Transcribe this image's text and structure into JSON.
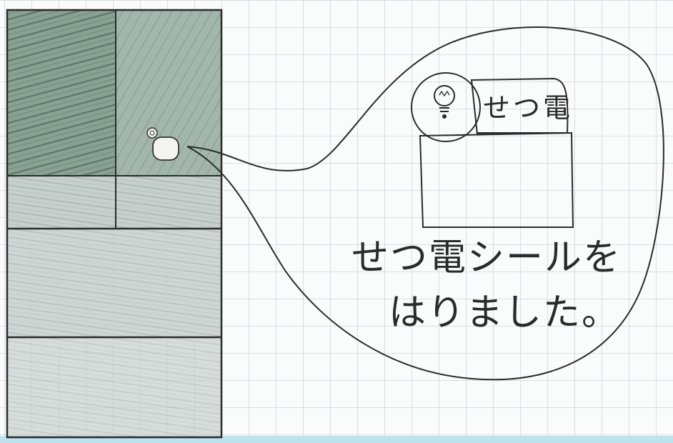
{
  "paper": {
    "grid_color": "#c9d0d6",
    "line_color": "#2b2b2b",
    "green_shade": "#5f7f70",
    "grey_shade": "#b9c3c0",
    "bottom_stripe": "#bfe3ee"
  },
  "sticker": {
    "icon": "lightbulb-icon",
    "label": "せつ電"
  },
  "caption": {
    "line1": "せつ電シールを",
    "line2": "はりました。"
  }
}
